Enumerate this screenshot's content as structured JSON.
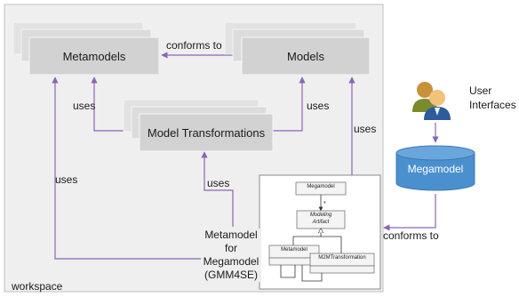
{
  "workspace": {
    "label": "workspace"
  },
  "boxes": {
    "metamodels": "Metamodels",
    "models": "Models",
    "model_transformations": "Model Transformations",
    "megamodel": "Megamodel"
  },
  "edges": {
    "conforms_to_top": "conforms to",
    "uses_meta_mt": "uses",
    "uses_models_mt": "uses",
    "uses_left": "uses",
    "uses_mt_gmm": "uses",
    "uses_right": "uses",
    "conforms_to_bottom": "conforms to"
  },
  "user_interfaces": {
    "line1": "User",
    "line2": "Interfaces"
  },
  "gmm4se": {
    "lines": [
      "Metamodel",
      "for",
      "Megamodel",
      "(GMM4SE)"
    ]
  },
  "uml": {
    "megamodel": "Megamodel",
    "multiplicity": "*",
    "modeling_artifact_line1": "Modeling",
    "modeling_artifact_line2": "Artifact",
    "metamodel": "Metamodel",
    "m2m": "M2MTransformation"
  },
  "colors": {
    "workspace_bg": "#efefef",
    "box_gray": "#d4d4d4",
    "arrow_purple": "#8c64b4",
    "cylinder_blue": "#4a90cf"
  }
}
